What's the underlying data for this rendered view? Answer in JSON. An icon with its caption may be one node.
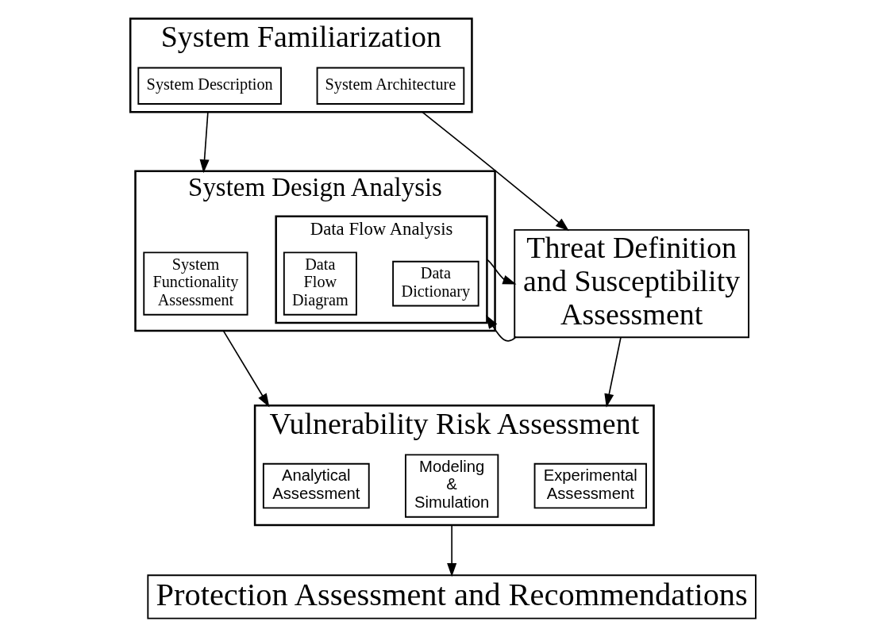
{
  "diagram": {
    "nodes": [
      {
        "text": [
          "System Familiarization"
        ]
      },
      {
        "text": [
          "System Description"
        ],
        "in": 0
      },
      {
        "text": [
          "System Architecture"
        ],
        "in": 0
      },
      {
        "text": [
          "System Design Analysis"
        ]
      },
      {
        "text": [
          "System Functionality Assessment"
        ],
        "in": 3
      },
      {
        "text": [
          "Data Flow Analysis"
        ],
        "in": 3
      },
      {
        "text": [
          "Data Dictionary"
        ],
        "in": 5
      },
      {
        "text": [
          "Data Flow Diagram"
        ],
        "in": 5
      },
      {
        "text": [
          "Threat Definition and Susceptibility Assessment"
        ]
      },
      {
        "text": [
          "Vulnerability Risk Assessment"
        ]
      },
      {
        "text": [
          "Analytical Assessment"
        ],
        "in": 9
      },
      {
        "text": [
          "Modeling & Simulation"
        ],
        "in": 9
      },
      {
        "text": [
          "Experimental Assessment"
        ],
        "in": 9
      },
      {
        "text": [
          "Protection Assessment and Recommendations"
        ]
      }
    ],
    "edges": [
      {
        "from": 0,
        "to": 3,
        "arrow": "to"
      },
      {
        "from": 0,
        "to": 8,
        "arrow": "to"
      },
      {
        "from": 5,
        "to": 8,
        "arrow": "to"
      },
      {
        "from": 8,
        "to": 5,
        "arrow": "to"
      },
      {
        "from": 3,
        "to": 9,
        "arrow": "to"
      },
      {
        "from": 8,
        "to": 9,
        "arrow": "to"
      },
      {
        "from": 9,
        "to": 13,
        "arrow": "to"
      }
    ]
  }
}
